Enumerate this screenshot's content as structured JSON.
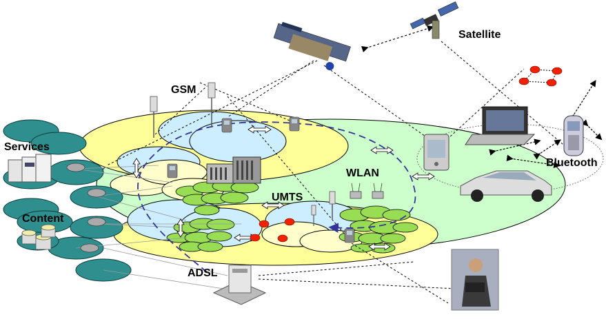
{
  "diagram": {
    "labels": {
      "satellite": "Satellite",
      "gsm": "GSM",
      "services": "Services",
      "content": "Content",
      "umts": "UMTS",
      "wlan": "WLAN",
      "bluetooth": "Bluetooth",
      "adsl": "ADSL"
    },
    "colors": {
      "yellow_zone": "#FFFF99",
      "green_zone": "#CCFFCC",
      "blue_cell": "#CCEEFF",
      "cream_cell": "#FFFFCC",
      "umts_cell": "#99DD55",
      "wlan_cell": "#99DD55",
      "server_disc": "#2F8F8F",
      "piconet_node": "#EE2200",
      "handover_path": "#333399"
    },
    "icons": [
      "satellite-icon",
      "satellite-dish-icon",
      "gsm-antenna-icon",
      "phone-icon",
      "pda-icon",
      "laptop-icon",
      "car-icon",
      "office-building-icon",
      "server-icon",
      "database-icon",
      "router-icon",
      "wlan-access-point-icon",
      "adsl-modem-icon",
      "person-with-laptop-icon"
    ]
  }
}
